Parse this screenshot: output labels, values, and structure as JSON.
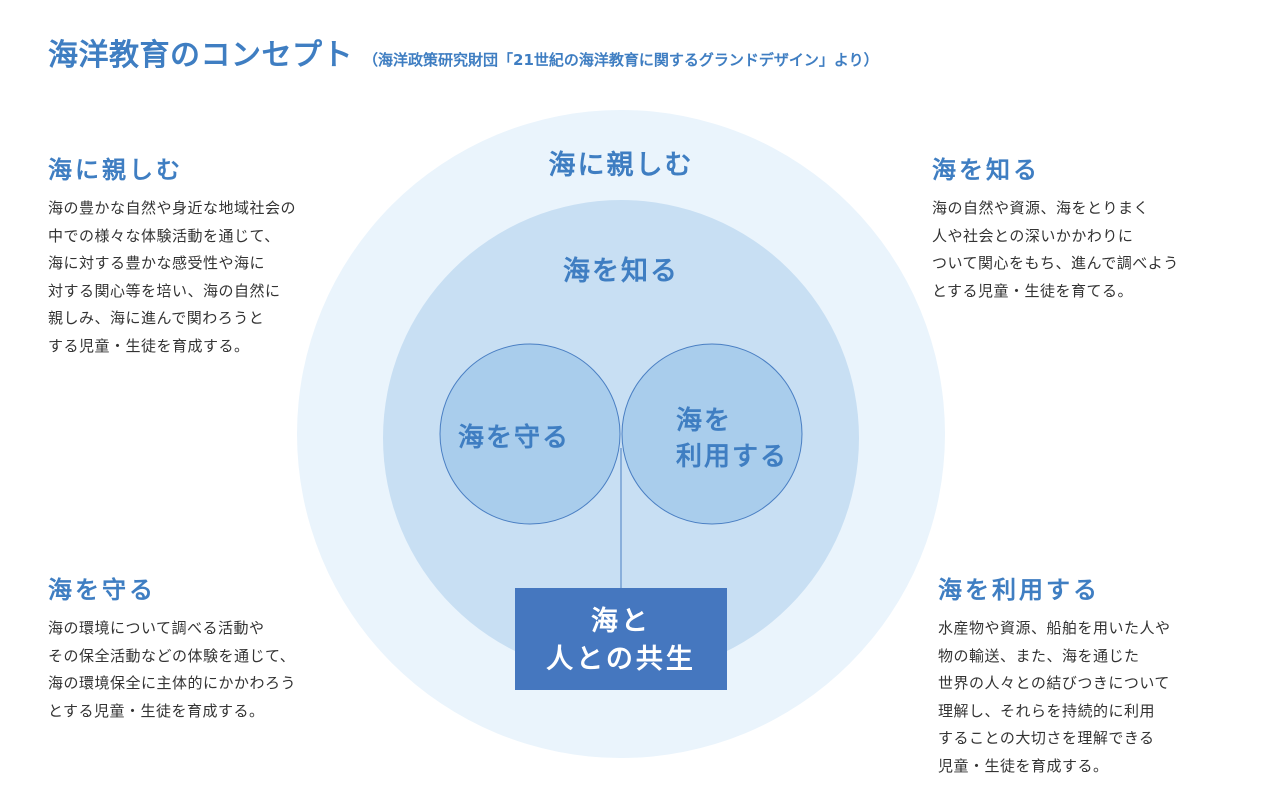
{
  "title": {
    "main": "海洋教育のコンセプト",
    "source": "（海洋政策研究財団「21世紀の海洋教育に関するグランドデザイン」より）"
  },
  "diagram": {
    "outer_circle_label": "海に親しむ",
    "middle_circle_label": "海を知る",
    "left_circle_label": "海を守る",
    "right_circle_label_line1": "海を",
    "right_circle_label_line2": "利用する",
    "center_box_line1": "海と",
    "center_box_line2": "人との共生"
  },
  "blocks": {
    "shitashimu": {
      "heading": "海に親しむ",
      "lines": [
        "海の豊かな自然や身近な地域社会の",
        "中での様々な体験活動を通じて、",
        "海に対する豊かな感受性や海に",
        "対する関心等を培い、海の自然に",
        "親しみ、海に進んで関わろうと",
        "する児童・生徒を育成する。"
      ]
    },
    "shiru": {
      "heading": "海を知る",
      "lines": [
        "海の自然や資源、海をとりまく",
        "人や社会との深いかかわりに",
        "ついて関心をもち、進んで調べよう",
        "とする児童・生徒を育てる。"
      ]
    },
    "mamoru": {
      "heading": "海を守る",
      "lines": [
        "海の環境について調べる活動や",
        "その保全活動などの体験を通じて、",
        "海の環境保全に主体的にかかわろう",
        "とする児童・生徒を育成する。"
      ]
    },
    "riyou": {
      "heading": "海を利用する",
      "lines": [
        "水産物や資源、船舶を用いた人や",
        "物の輸送、また、海を通じた",
        "世界の人々との結びつきについて",
        "理解し、それらを持続的に利用",
        "することの大切さを理解できる",
        "児童・生徒を育成する。"
      ]
    }
  },
  "colors": {
    "accent": "#3f7ec2",
    "outer_circle": "#eaf4fc",
    "middle_circle": "#c8dff3",
    "inner_circle": "#a9cdec",
    "overlap": "#4577bf",
    "center_box": "#4577bf"
  }
}
